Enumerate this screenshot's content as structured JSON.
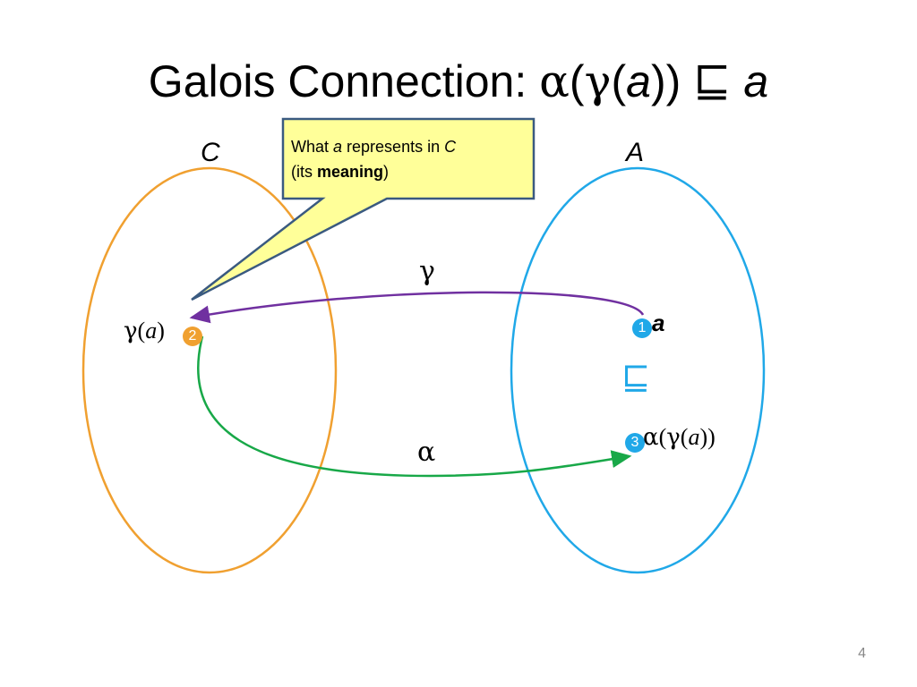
{
  "title": {
    "prefix": "Galois Connection: ",
    "alpha": "α",
    "open1": "(",
    "gamma": "γ",
    "open2": "(",
    "a": "a",
    "close": "))",
    "relation": "⊑",
    "rhs_a": "a"
  },
  "sets": {
    "concrete_label": "C",
    "abstract_label": "A"
  },
  "callout": {
    "line1_prefix": "What ",
    "line1_var": "a",
    "line1_middle": " represents in ",
    "line1_set": "C",
    "line2_prefix": "(its ",
    "line2_bold": "meaning",
    "line2_suffix": ")"
  },
  "arrows": {
    "gamma_label": "γ",
    "alpha_label": "α"
  },
  "points": {
    "p1": {
      "badge": "1",
      "label": "a"
    },
    "p2": {
      "badge": "2",
      "gamma": "γ",
      "open": "(",
      "var": "a",
      "close": ")"
    },
    "p3": {
      "badge": "3",
      "alpha": "α",
      "open1": "(",
      "gamma": "γ",
      "open2": "(",
      "var": "a",
      "close": "))"
    }
  },
  "order_symbol": "⊑",
  "page_number": "4",
  "colors": {
    "concrete_set": "#F0A030",
    "abstract_set": "#20A8E8",
    "gamma_arrow": "#7030A0",
    "alpha_arrow": "#18A848",
    "callout_fill": "#FFFF99",
    "callout_border": "#3A5A80",
    "badge_orange": "#F0A030",
    "badge_blue": "#20A8E8"
  }
}
